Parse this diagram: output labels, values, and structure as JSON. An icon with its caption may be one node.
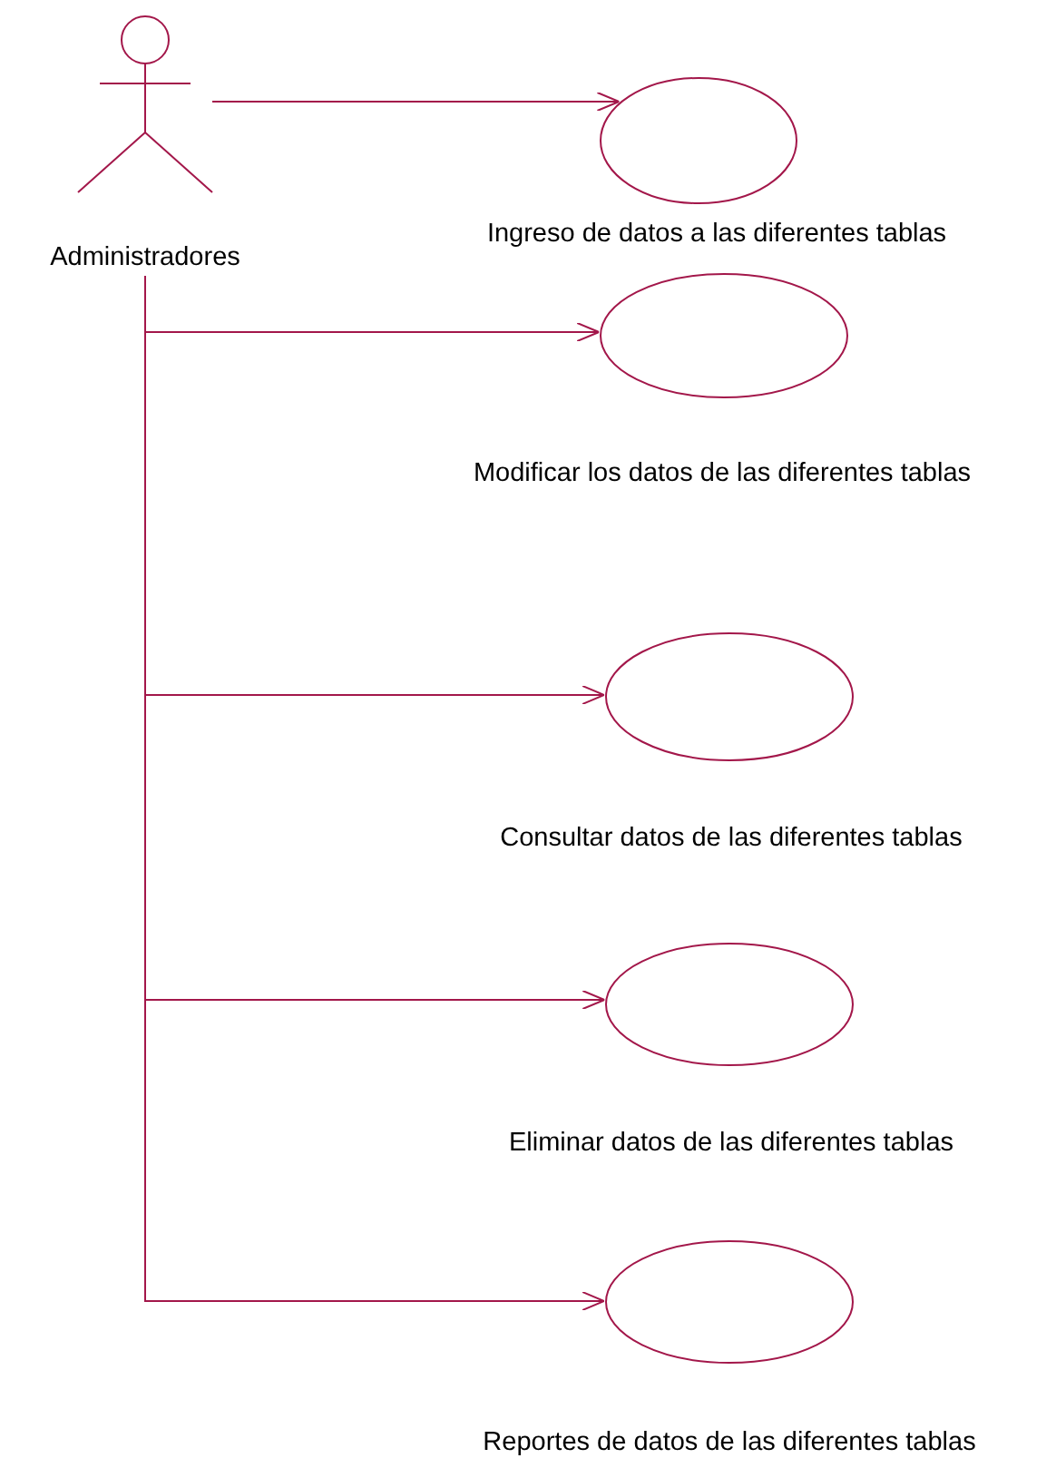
{
  "diagram": {
    "nodes": [
      {
        "text": [
          "Administradores"
        ]
      },
      {
        "text": [
          "Ingreso de datos a las diferentes tablas"
        ]
      },
      {
        "text": [
          "Modificar los datos de las diferentes tablas"
        ]
      },
      {
        "text": [
          "Consultar datos de las diferentes tablas"
        ]
      },
      {
        "text": [
          "Eliminar datos de las diferentes tablas"
        ]
      },
      {
        "text": [
          "Reportes de datos de las diferentes tablas"
        ]
      }
    ],
    "edges": [
      {
        "from": 0,
        "to": 1,
        "arrow": "to"
      },
      {
        "from": 0,
        "to": 2,
        "arrow": "to"
      },
      {
        "from": 0,
        "to": 3,
        "arrow": "to"
      },
      {
        "from": 0,
        "to": 4,
        "arrow": "to"
      },
      {
        "from": 0,
        "to": 5,
        "arrow": "to"
      }
    ]
  }
}
